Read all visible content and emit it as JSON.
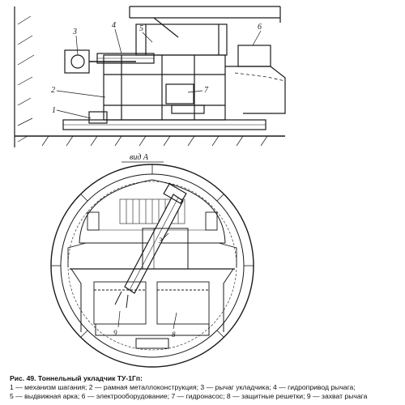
{
  "figure": {
    "view_label": "вид А",
    "side_labels": [
      "1",
      "2",
      "3",
      "4",
      "5",
      "6",
      "7"
    ],
    "section_labels": [
      "3",
      "9",
      "8"
    ]
  },
  "caption": {
    "title": "Рис. 49. Тоннельный укладчик ТУ-1Гп:",
    "line1": "1 — механизм шагания; 2 — рамная металлоконструкция; 3 — рычаг укладчика; 4 — гидропривод рычага;",
    "line2": "5 — выдвижная арка; 6 — электрооборудование; 7 — гидронасос; 8 — защитные решетки; 9 — захват рычага"
  }
}
